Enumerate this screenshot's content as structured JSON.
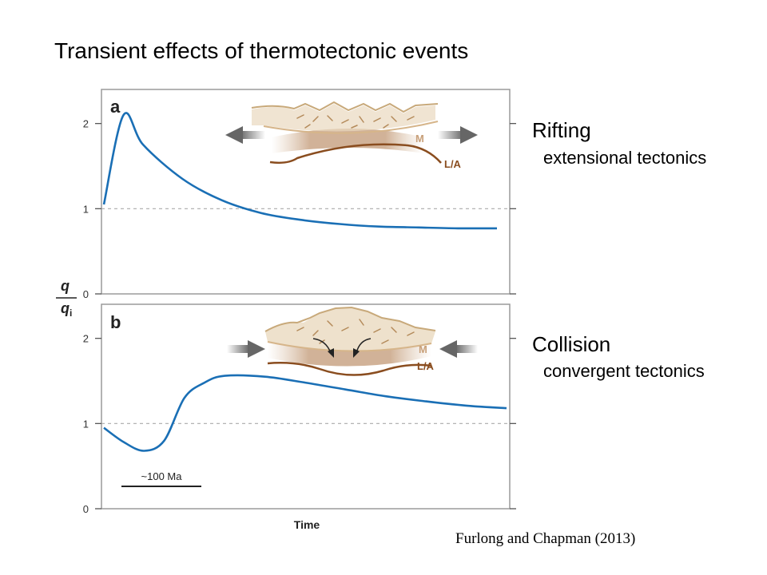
{
  "title": "Transient effects of thermotectonic events",
  "annotations": {
    "rifting": {
      "title": "Rifting",
      "subtitle": "extensional tectonics"
    },
    "collision": {
      "title": "Collision",
      "subtitle": "convergent tectonics"
    }
  },
  "citation": "Furlong and Chapman (2013)",
  "chart_data": [
    {
      "type": "line",
      "panel_label": "a",
      "xlabel": "Time",
      "ylabel_numerator": "q",
      "ylabel_denominator": "q",
      "ylabel_subscript": "i",
      "ylim": [
        0,
        2.4
      ],
      "y_ticks": [
        0,
        1,
        2
      ],
      "reference_line": 1,
      "inset_labels": [
        "M",
        "L/A"
      ],
      "series": [
        {
          "x": [
            0.0,
            0.05,
            0.1,
            0.2,
            0.3,
            0.4,
            0.5,
            0.6,
            0.7,
            0.8,
            0.9,
            1.0
          ],
          "y": [
            1.05,
            2.1,
            1.75,
            1.35,
            1.1,
            0.95,
            0.87,
            0.82,
            0.79,
            0.78,
            0.77,
            0.77
          ]
        }
      ],
      "colors": {
        "line": "#1a6fb5",
        "reference": "#aaaaaa"
      }
    },
    {
      "type": "line",
      "panel_label": "b",
      "xlabel": "Time",
      "ylim": [
        0,
        2.4
      ],
      "y_ticks": [
        0,
        1,
        2
      ],
      "reference_line": 1,
      "inset_labels": [
        "M",
        "L/A"
      ],
      "scale_bar_label": "~100 Ma",
      "series": [
        {
          "x": [
            0.0,
            0.05,
            0.1,
            0.15,
            0.2,
            0.25,
            0.3,
            0.4,
            0.5,
            0.6,
            0.7,
            0.8,
            0.9,
            1.0
          ],
          "y": [
            0.95,
            0.78,
            0.68,
            0.8,
            1.3,
            1.48,
            1.56,
            1.55,
            1.48,
            1.4,
            1.32,
            1.26,
            1.21,
            1.18
          ]
        }
      ],
      "colors": {
        "line": "#1a6fb5",
        "reference": "#aaaaaa"
      }
    }
  ]
}
